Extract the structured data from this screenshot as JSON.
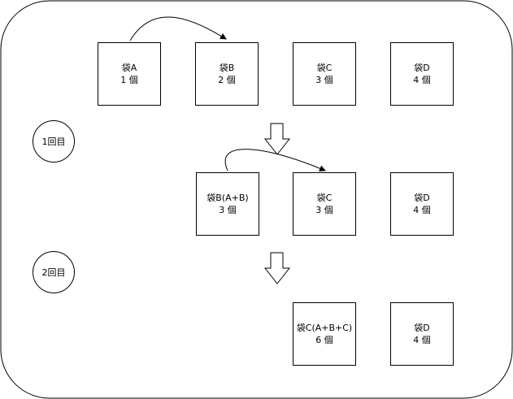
{
  "rounds": [
    {
      "label": "1回目"
    },
    {
      "label": "2回目"
    }
  ],
  "stage1": [
    {
      "name": "袋A",
      "count": "1 個"
    },
    {
      "name": "袋B",
      "count": "2 個"
    },
    {
      "name": "袋C",
      "count": "3 個"
    },
    {
      "name": "袋D",
      "count": "4 個"
    }
  ],
  "stage2": [
    {
      "name": "袋B(A+B)",
      "count": "3 個"
    },
    {
      "name": "袋C",
      "count": "3 個"
    },
    {
      "name": "袋D",
      "count": "4 個"
    }
  ],
  "stage3": [
    {
      "name": "袋C(A+B+C)",
      "count": "6 個"
    },
    {
      "name": "袋D",
      "count": "4 個"
    }
  ]
}
